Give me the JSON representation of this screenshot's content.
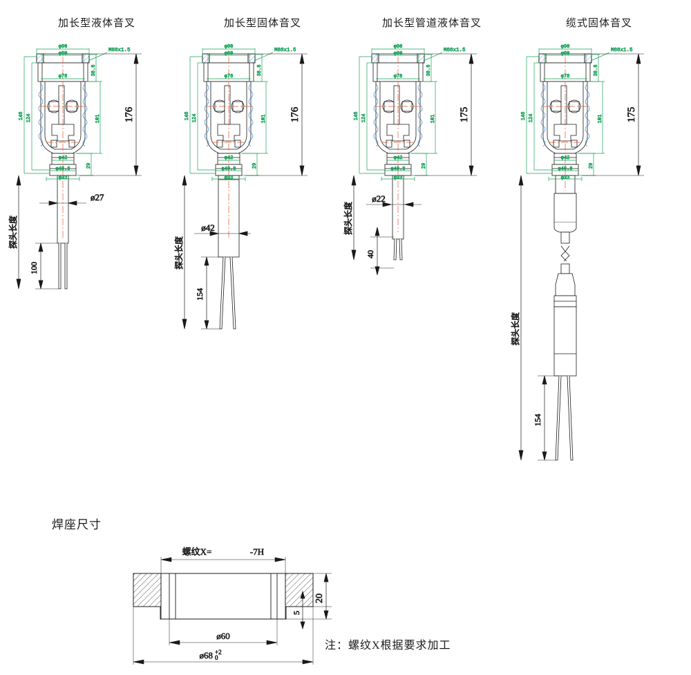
{
  "page": {
    "background": "#ffffff",
    "line_color": "#1a1a1a",
    "dim_color_green": "#19a05a",
    "center_color": "#e4552e",
    "hatch_color": "#2f7fd0"
  },
  "figures": [
    {
      "id": "fig-1",
      "title": "加长型液体音叉",
      "head": {
        "d90": "φ90",
        "d60": "φ60",
        "thread": "M88x1.5",
        "d78": "φ78",
        "h388": "38.8",
        "h101": "101",
        "h146": "146",
        "h124": "124",
        "d42": "φ42",
        "h29": "29",
        "d408": "φ40.8",
        "d33": "φ33",
        "total_height": "176"
      },
      "probe": {
        "length_label": "探头长度",
        "diameter": "ø27",
        "fork_length": "100"
      }
    },
    {
      "id": "fig-2",
      "title": "加长型固体音叉",
      "head": {
        "d90": "φ90",
        "d60": "φ60",
        "thread": "M88x1.5",
        "d78": "φ78",
        "h388": "38.8",
        "h101": "101",
        "h146": "146",
        "h124": "124",
        "d42": "φ42",
        "h29": "29",
        "d408": "φ40.8",
        "d33": "φ33",
        "total_height": "176"
      },
      "probe": {
        "length_label": "探头长度",
        "diameter": "ø42",
        "fork_length": "154"
      }
    },
    {
      "id": "fig-3",
      "title": "加长型管道液体音叉",
      "head": {
        "d90": "φ90",
        "d60": "φ60",
        "thread": "M88x1.5",
        "d78": "φ78",
        "h388": "38.8",
        "h101": "101",
        "h146": "146",
        "h124": "124",
        "d42": "φ42",
        "h29": "29",
        "d408": "φ40.8",
        "d33": "φ33",
        "total_height": "175"
      },
      "probe": {
        "length_label": "探头长度",
        "diameter": "ø22",
        "fork_length": "40"
      }
    },
    {
      "id": "fig-4",
      "title": "缆式固体音叉",
      "head": {
        "d90": "φ90",
        "d60": "φ60",
        "thread": "M88x1.5",
        "d78": "φ78",
        "h388": "38.8",
        "h101": "101",
        "h146": "146",
        "h124": "124",
        "d42": "φ42",
        "h29": "29",
        "d408": "φ40.8",
        "d33": "φ33",
        "total_height": "175"
      },
      "probe": {
        "length_label": "探头长度",
        "fork_length": "154"
      }
    }
  ],
  "weld_seat": {
    "title": "焊座尺寸",
    "thread_label": "螺纹X=",
    "thread_tol": "-7H",
    "d60": "ø60",
    "d68": "ø68",
    "d68_upper": "+2",
    "d68_lower": "0",
    "h20": "20",
    "h5": "5"
  },
  "note": "注：螺纹X根据要求加工"
}
